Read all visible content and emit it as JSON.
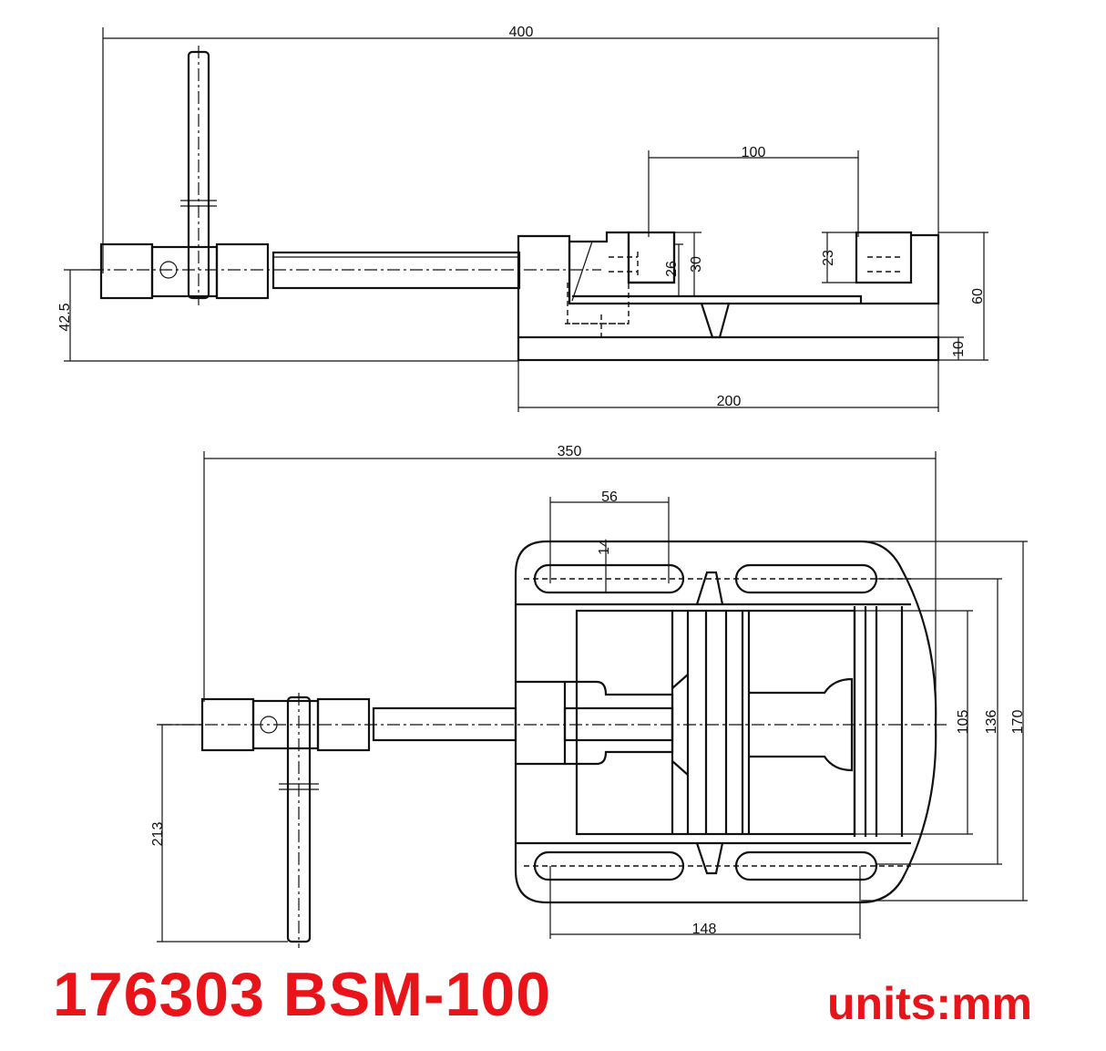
{
  "title": "176303 BSM-100",
  "units": "units:mm",
  "colors": {
    "title": "#e8141a",
    "lines": "#111111"
  },
  "side_view": {
    "dims": {
      "overall_length": "400",
      "jaw_spacing": "100",
      "jaw_height_inner": "26",
      "jaw_height": "30",
      "fixed_jaw_height": "23",
      "total_height": "60",
      "base_thickness": "10",
      "base_length": "200",
      "handle_axis_height": "42.5"
    }
  },
  "top_view": {
    "dims": {
      "overall_length": "350",
      "slot_length": "56",
      "slot_width": "14",
      "jaw_width": "105",
      "slot_spacing_y": "136",
      "base_width": "170",
      "slot_spacing_x": "148",
      "handle_offset": "213"
    }
  }
}
